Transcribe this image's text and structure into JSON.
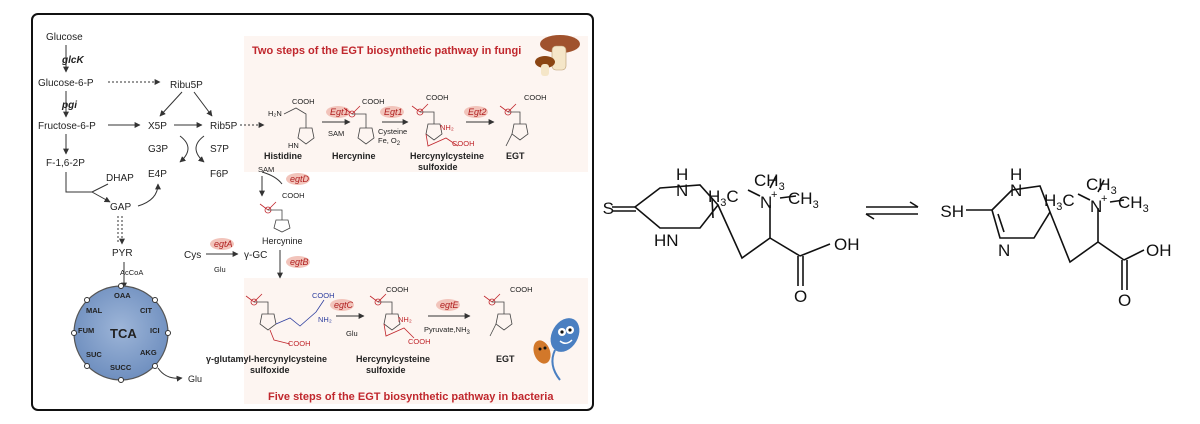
{
  "left_panel": {
    "fungi_title": "Two steps of the EGT  biosynthetic pathway in fungi",
    "bacteria_title": "Five steps of the EGT  biosynthetic pathway in bacteria",
    "glycolysis": {
      "glucose": "Glucose",
      "glck": "glcK",
      "glucose6p": "Glucose-6-P",
      "pgi": "pgi",
      "fructose6p": "Fructose-6-P",
      "f16": "F-1,6-2P",
      "dhap": "DHAP",
      "gap": "GAP",
      "pyr": "PYR",
      "acoa": "AcCoA"
    },
    "ppp": {
      "ribu5p": "Ribu5P",
      "x5p": "X5P",
      "rib5p": "Rib5P",
      "g3p": "G3P",
      "s7p": "S7P",
      "e4p": "E4P",
      "f6p": "F6P"
    },
    "tca": {
      "label": "TCA",
      "oaa": "OAA",
      "cit": "CIT",
      "ici": "ICI",
      "akg": "AKG",
      "succ": "SUCC",
      "suc": "SUC",
      "fum": "FUM",
      "mal": "MAL",
      "glu_out": "Glu"
    },
    "fungi": {
      "histidine": "Histidine",
      "hercynine": "Hercynine",
      "hercynylcysteine_1": "Hercynylcysteine",
      "hercynylcysteine_2": "sulfoxide",
      "egt": "EGT",
      "egt1a": "Egt1",
      "egt1b": "Egt1",
      "egt2": "Egt2",
      "sam": "SAM",
      "cys_cond_1": "Cysteine",
      "cys_cond_2": "Fe, O",
      "o2_sub": "2"
    },
    "bacteria": {
      "sam": "SAM",
      "egtd": "egtD",
      "hercynine": "Hercynine",
      "cys": "Cys",
      "egta": "egtA",
      "glu_in": "Glu",
      "ygc": "γ-GC",
      "egtb": "egtB",
      "egtc": "egtC",
      "glu_c": "Glu",
      "egte": "egtE",
      "pyr_nh3": "Pyruvate,NH",
      "nh3_sub": "3",
      "ygh_1": "γ-glutamyl-hercynylcysteine",
      "ygh_2": "sulfoxide",
      "hc_1": "Hercynylcysteine",
      "hc_2": "sulfoxide",
      "egt": "EGT"
    }
  },
  "right_panel": {
    "thione": {
      "S": "S",
      "NH_top": "H",
      "NH_top_N": "N",
      "HN_bottom": "HN",
      "H3C": "H",
      "H3C_3": "3",
      "H3C_C": "C",
      "CH3_top": "CH",
      "CH3_top_3": "3",
      "CH3_right": "CH",
      "CH3_right_3": "3",
      "N_plus": "N",
      "plus": "+",
      "OH": "OH",
      "O": "O"
    },
    "thiol": {
      "SH": "SH",
      "NH_top": "H",
      "NH_top_N": "N",
      "N_bottom": "N",
      "H3C": "H",
      "H3C_3": "3",
      "H3C_C": "C",
      "CH3_top": "CH",
      "CH3_top_3": "3",
      "CH3_right": "CH",
      "CH3_right_3": "3",
      "N_plus": "N",
      "plus": "+",
      "OH": "OH",
      "O": "O"
    }
  },
  "colors": {
    "title_red": "#c0272d",
    "enzyme_fill": "#f2c4bb",
    "tca_fill": "#7f9cc6",
    "panel_border": "#111111"
  }
}
